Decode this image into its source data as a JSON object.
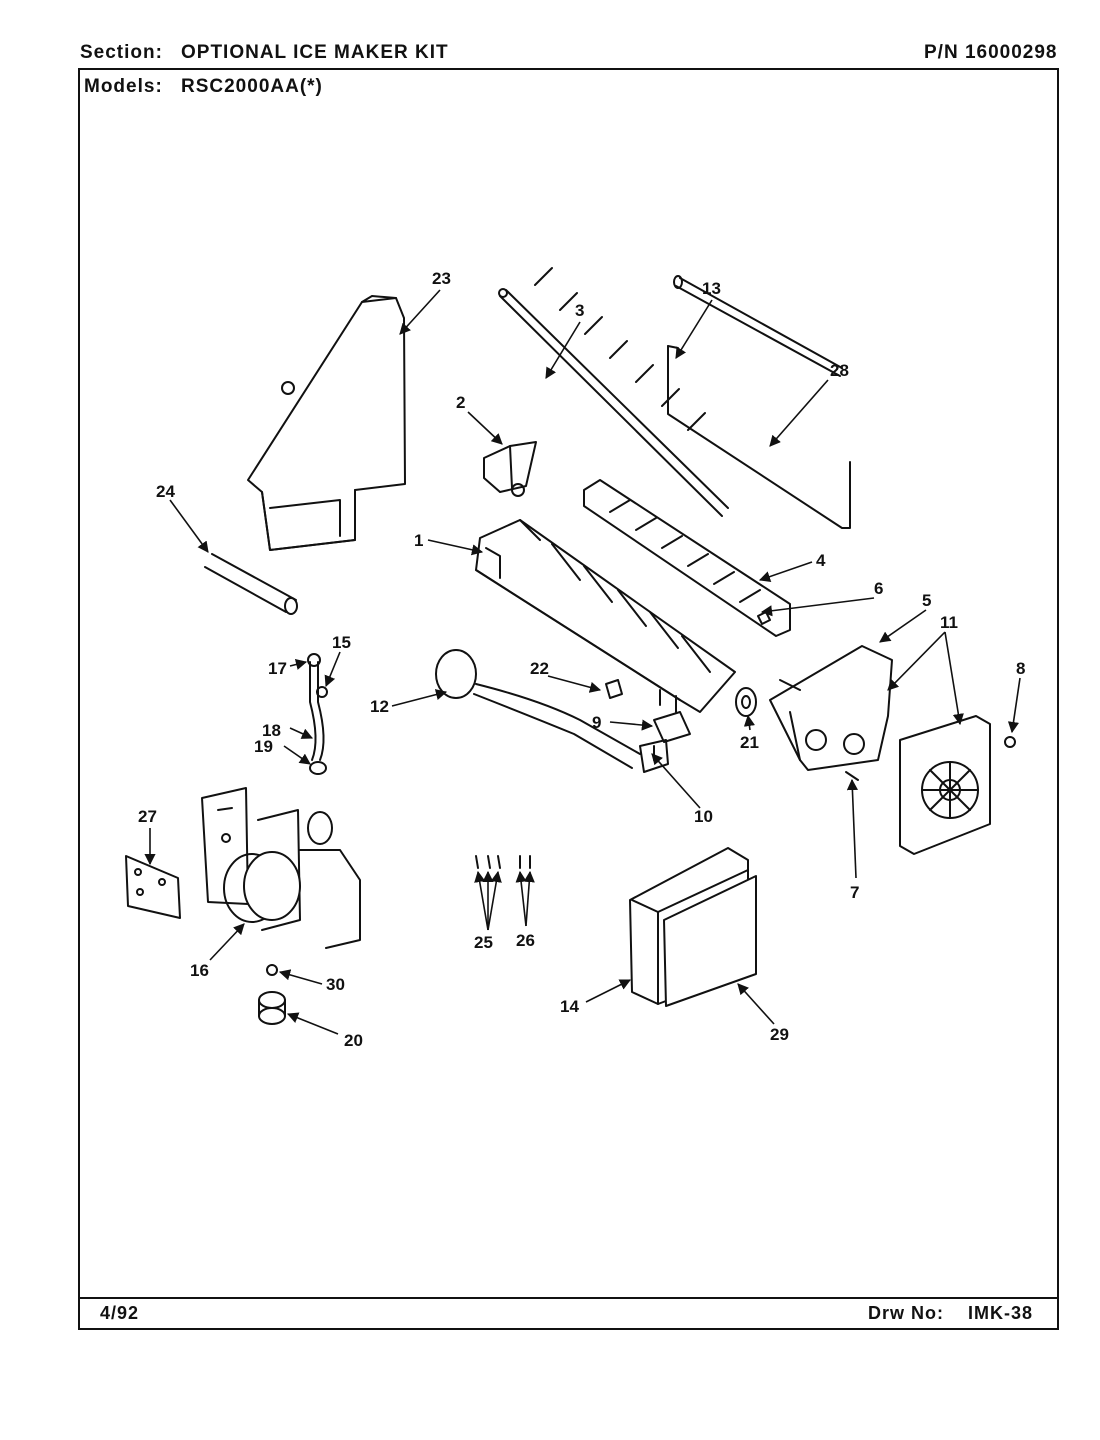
{
  "header": {
    "section_label": "Section:",
    "section_value": "OPTIONAL ICE MAKER KIT",
    "part_number": "P/N 16000298",
    "models_label": "Models:",
    "models_value": "RSC2000AA(*)"
  },
  "footer": {
    "date": "4/92",
    "drawing_label": "Drw No:",
    "drawing_number": "IMK-38"
  },
  "callouts": {
    "c1": "1",
    "c2": "2",
    "c3": "3",
    "c4": "4",
    "c5": "5",
    "c6": "6",
    "c7": "7",
    "c8": "8",
    "c9": "9",
    "c10": "10",
    "c11": "11",
    "c12": "12",
    "c13": "13",
    "c14": "14",
    "c15": "15",
    "c16": "16",
    "c17": "17",
    "c18": "18",
    "c19": "19",
    "c20": "20",
    "c21": "21",
    "c22": "22",
    "c23": "23",
    "c24": "24",
    "c25": "25",
    "c26": "26",
    "c27": "27",
    "c28": "28",
    "c29": "29",
    "c30": "30"
  }
}
